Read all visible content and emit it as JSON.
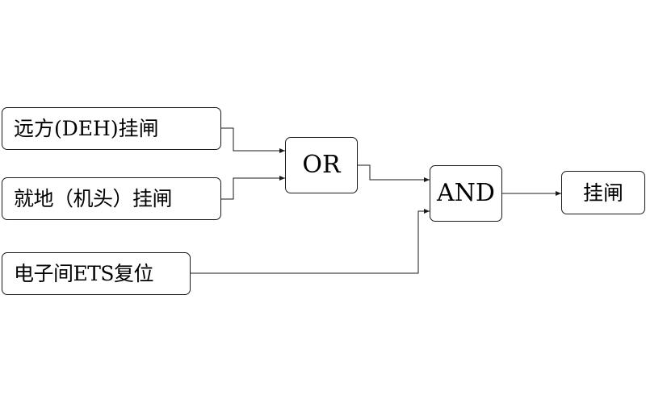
{
  "diagram": {
    "nodes": {
      "remote_trip": {
        "label": "远方(DEH)挂闸"
      },
      "local_trip": {
        "label": "就地（机头）挂闸"
      },
      "ets_reset": {
        "label": "电子间ETS复位"
      },
      "or_gate": {
        "label": "OR"
      },
      "and_gate": {
        "label": "AND"
      },
      "trip_output": {
        "label": "挂闸"
      }
    },
    "edges": [
      {
        "from": "remote_trip",
        "to": "or_gate"
      },
      {
        "from": "local_trip",
        "to": "or_gate"
      },
      {
        "from": "or_gate",
        "to": "and_gate"
      },
      {
        "from": "ets_reset",
        "to": "and_gate"
      },
      {
        "from": "and_gate",
        "to": "trip_output"
      }
    ],
    "colors": {
      "line": "#1a1a1a",
      "background": "#ffffff",
      "text": "#000000"
    }
  }
}
